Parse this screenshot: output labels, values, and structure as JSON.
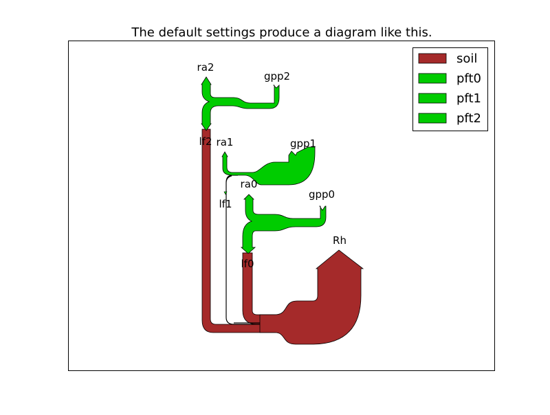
{
  "title": "The default settings produce a diagram like this.",
  "colors": {
    "soil": "#a52a2a",
    "pft": "#00cc00",
    "edge": "#000000"
  },
  "legend": [
    {
      "label": "soil",
      "color": "#a52a2a"
    },
    {
      "label": "pft0",
      "color": "#00cc00"
    },
    {
      "label": "pft1",
      "color": "#00cc00"
    },
    {
      "label": "pft2",
      "color": "#00cc00"
    }
  ],
  "labels": {
    "ra2": "ra2",
    "gpp2": "gpp2",
    "lf2": "lf2",
    "ra1": "ra1",
    "gpp1": "gpp1",
    "lf1": "lf1",
    "ra0": "ra0",
    "gpp0": "gpp0",
    "lf0": "lf0",
    "rh": "Rh"
  }
}
